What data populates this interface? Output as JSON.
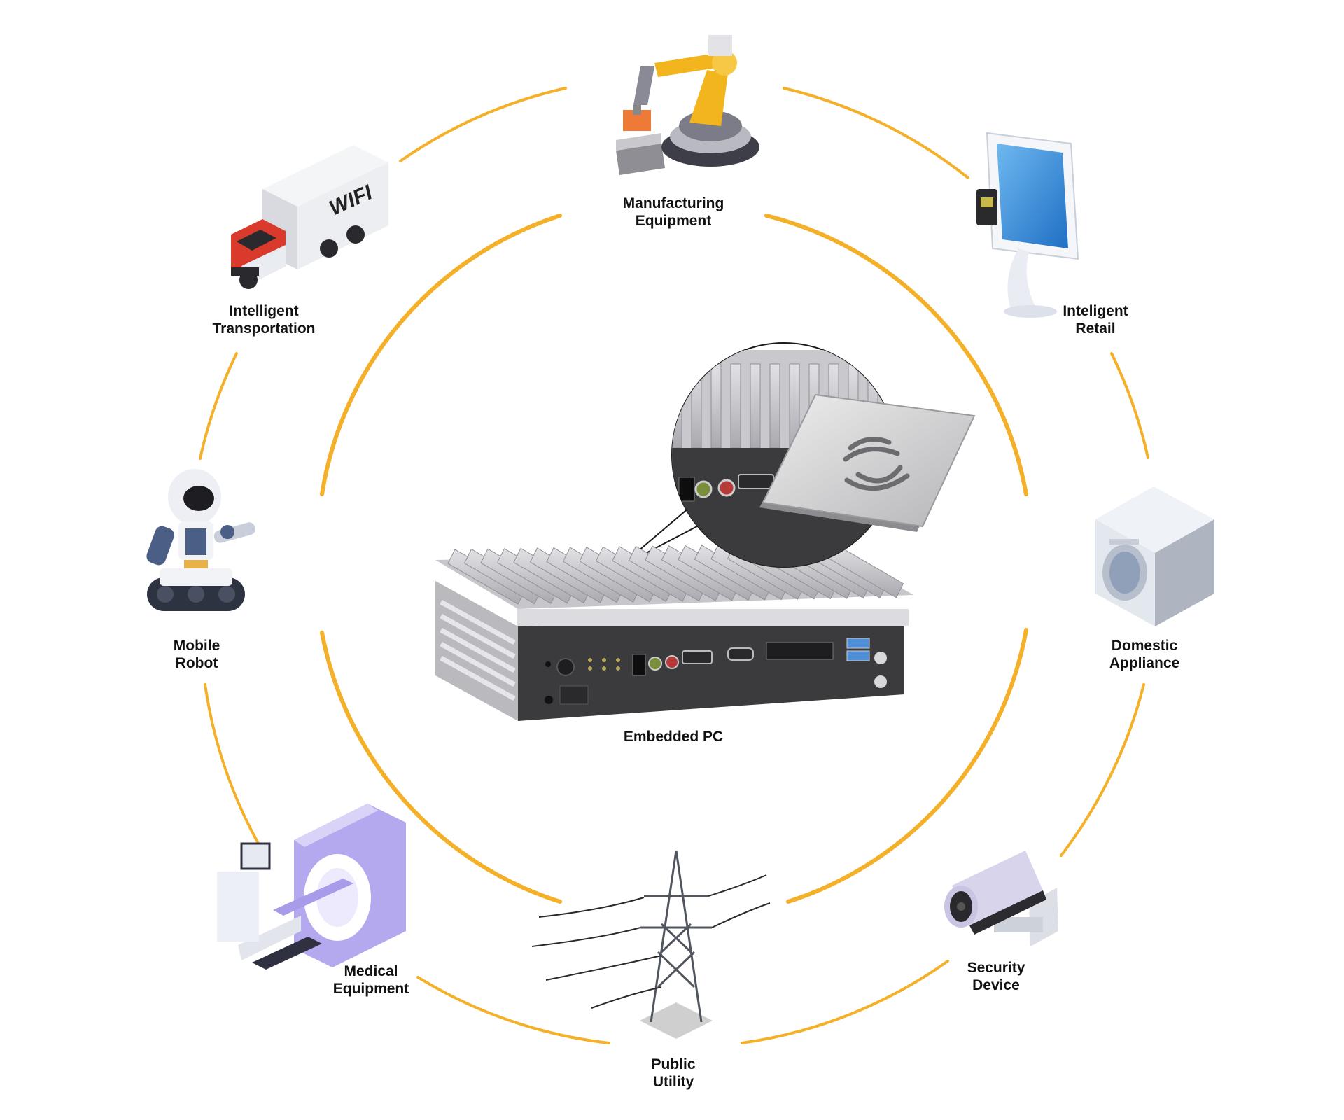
{
  "colors": {
    "ring": "#F4B028",
    "label": "#111111",
    "metal_light": "#C9C9CD",
    "metal_dark": "#8E8E94",
    "panel": "#3B3B3E",
    "accent_purple": "#A79BEA",
    "robot_blue": "#4B5F86",
    "truck_red": "#D93A2B",
    "arm_yellow": "#F2B51D"
  },
  "center": {
    "name": "embedded-pc",
    "label": "Embedded PC",
    "icon": "embedded-pc-icon"
  },
  "applications": [
    {
      "id": "manufacturing",
      "lines": [
        "Manufacturing",
        "Equipment"
      ],
      "icon": "robot-arm-icon"
    },
    {
      "id": "retail",
      "lines": [
        "Inteligent",
        "Retail"
      ],
      "icon": "kiosk-icon"
    },
    {
      "id": "domestic",
      "lines": [
        "Domestic",
        "Appliance"
      ],
      "icon": "washing-machine-icon"
    },
    {
      "id": "security",
      "lines": [
        "Security",
        "Device"
      ],
      "icon": "security-camera-icon"
    },
    {
      "id": "utility",
      "lines": [
        "Public",
        "Utility"
      ],
      "icon": "power-tower-icon"
    },
    {
      "id": "medical",
      "lines": [
        "Medical",
        "Equipment"
      ],
      "icon": "ct-scanner-icon"
    },
    {
      "id": "robot",
      "lines": [
        "Mobile",
        "Robot"
      ],
      "icon": "mobile-robot-icon"
    },
    {
      "id": "transport",
      "lines": [
        "Intelligent",
        "Transportation"
      ],
      "icon": "truck-icon"
    }
  ],
  "truck_text": "WIFI"
}
